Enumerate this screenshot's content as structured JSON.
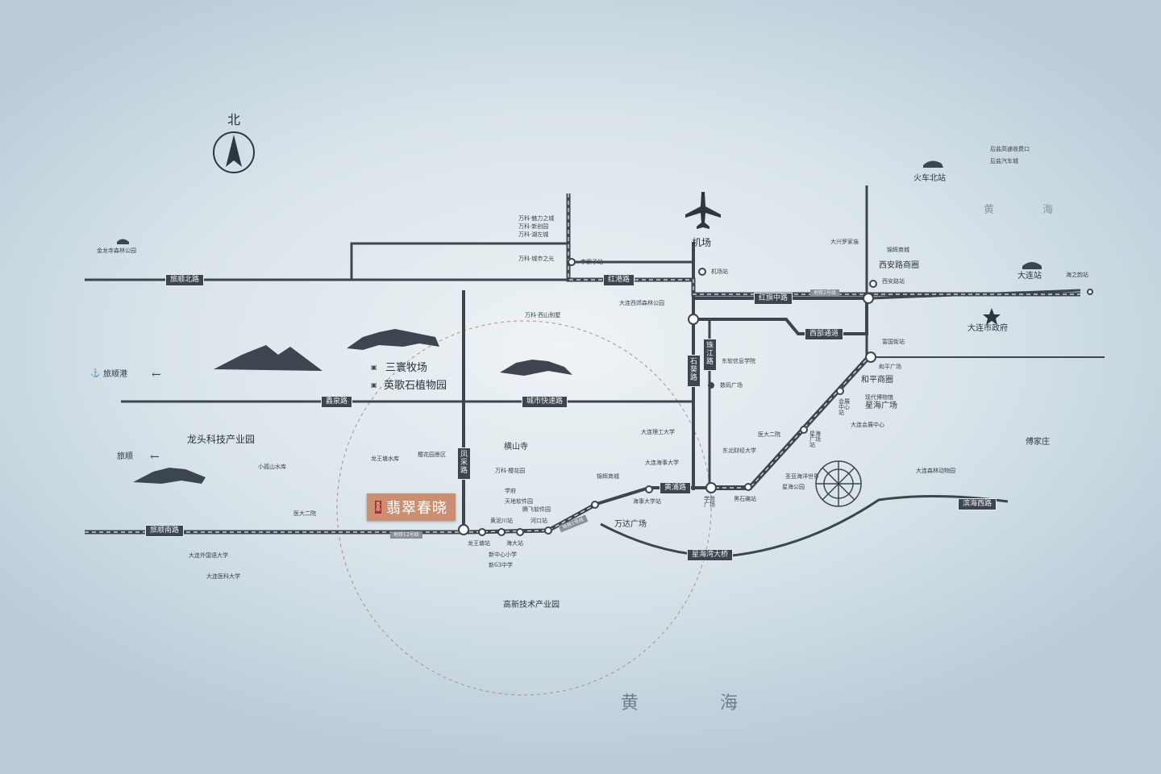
{
  "compass": {
    "label": "北"
  },
  "project": {
    "seal": "水晶",
    "name": "翡翠春晓"
  },
  "sea_labels": {
    "bottom_left": "黄",
    "bottom_right": "海",
    "top_left": "黄",
    "top_right": "海"
  },
  "road_tags": {
    "lushun_north": "旅顺北路",
    "honggang": "红港路",
    "hongqi_middle": "红旗中路",
    "xibu_tongdao": "西部通道",
    "xinquan": "鑫泉路",
    "chengshi_kuaisu": "城市快速路",
    "fengcai": "凤采路",
    "huangpu": "黄浦路",
    "lushun_south": "旅顺南路",
    "xinghaiwan_bridge": "星海湾大桥",
    "binhai_west": "滨海西路",
    "shiyi": "石葵路",
    "zhujiang": "珠江路"
  },
  "subway_tags": {
    "line2": "地铁2号线",
    "line12": "地铁12号线",
    "line1": "地铁1号线"
  },
  "places": {
    "jinlong_forest": "金龙寺森林公园",
    "wanke_meili": "万科·魅力之城",
    "wanke_xinchuang": "万科·新创园",
    "wanke_hupan": "万科·湖左城",
    "wanke_chengshi": "万科·城市之光",
    "lijiazi_station": "李家子站",
    "airport": "机场",
    "airport_station": "机场站",
    "dalian_west_forest": "大连西郊森林公园",
    "wanke_xishan": "万科·西山别墅",
    "railway_north": "火车北站",
    "houyan_toll": "后盐高速收费口",
    "houyan_auto": "后盐汽车城",
    "daxing_luojia": "大兴罗家庙",
    "jinsha_mall": "锦辉商城",
    "xian_road": "西安路商圈",
    "xian_station": "西安路站",
    "dalian_station": "大连站",
    "haizhi_station": "海之韵站",
    "dalian_gov": "大连市政府",
    "fuguo_station": "富国街站",
    "heping_square": "和平广场",
    "heping_mall": "和平商圈",
    "huizhan": "会展中心站",
    "museum": "现代博物馆",
    "xinghai_square": "星海广场",
    "dalian_expo": "大连会展中心",
    "fujiazhuang": "傅家庄",
    "sanbao": "三寰牧场",
    "yingge": "英歌石植物园",
    "lushun_port": "旅顺港",
    "lushun": "旅顺",
    "longtou": "龙头科技产业园",
    "xiaogushan": "小孤山水库",
    "henshan": "横山寺",
    "longwangtang_reservoir": "龙王塘水库",
    "yinghua": "樱花园景区",
    "wanke_yinghua": "万科·樱花园",
    "xuefu": "学府",
    "tiandi": "天地软件园",
    "tengfei": "腾飞软件园",
    "huangnichuan": "黄泥川站",
    "hekou": "河口站",
    "haida": "海大站",
    "longwangtang_station": "龙王塘站",
    "xinzhongxin": "新中心小学",
    "xin63": "新63中学",
    "yida": "医大二院",
    "dalian_foreign": "大连外国语大学",
    "dalian_medical": "大连医科大学",
    "gaoxin": "高新技术产业园",
    "dalian_ligong": "大连理工大学",
    "dalian_haishi": "大连海事大学",
    "haishi_station": "海事大学站",
    "qingyun": "锦辉商城",
    "wanda": "万达广场",
    "xuefu_square": "学苑广场",
    "heishijiao": "黑石礁站",
    "dongbei_caijing": "东北财经大学",
    "dongbei_caijing_college": "东软信息学院",
    "maying": "数码广场",
    "yida2": "医大二院",
    "xinghai_park": "星海公园",
    "shengya": "圣亚海洋世界",
    "dalian_forest_zoo": "大连森林动物园",
    "xinghai_station": "星海广场站"
  }
}
